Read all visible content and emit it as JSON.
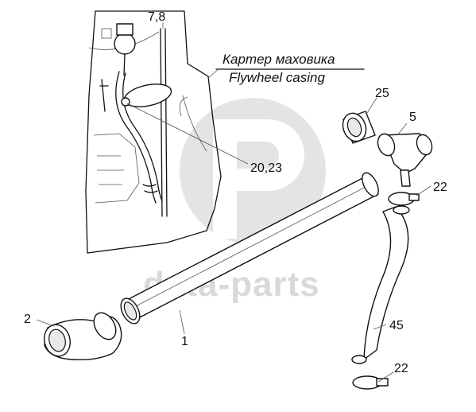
{
  "caption": {
    "ru": "Картер маховика",
    "en": "Flywheel casing"
  },
  "watermark": "data-parts",
  "callouts": [
    {
      "id": "c-7-8",
      "text": "7,8"
    },
    {
      "id": "c-25",
      "text": "25"
    },
    {
      "id": "c-5",
      "text": "5"
    },
    {
      "id": "c-20-23",
      "text": "20,23"
    },
    {
      "id": "c-22a",
      "text": "22"
    },
    {
      "id": "c-2",
      "text": "2"
    },
    {
      "id": "c-1",
      "text": "1"
    },
    {
      "id": "c-45",
      "text": "45"
    },
    {
      "id": "c-22b",
      "text": "22"
    }
  ]
}
